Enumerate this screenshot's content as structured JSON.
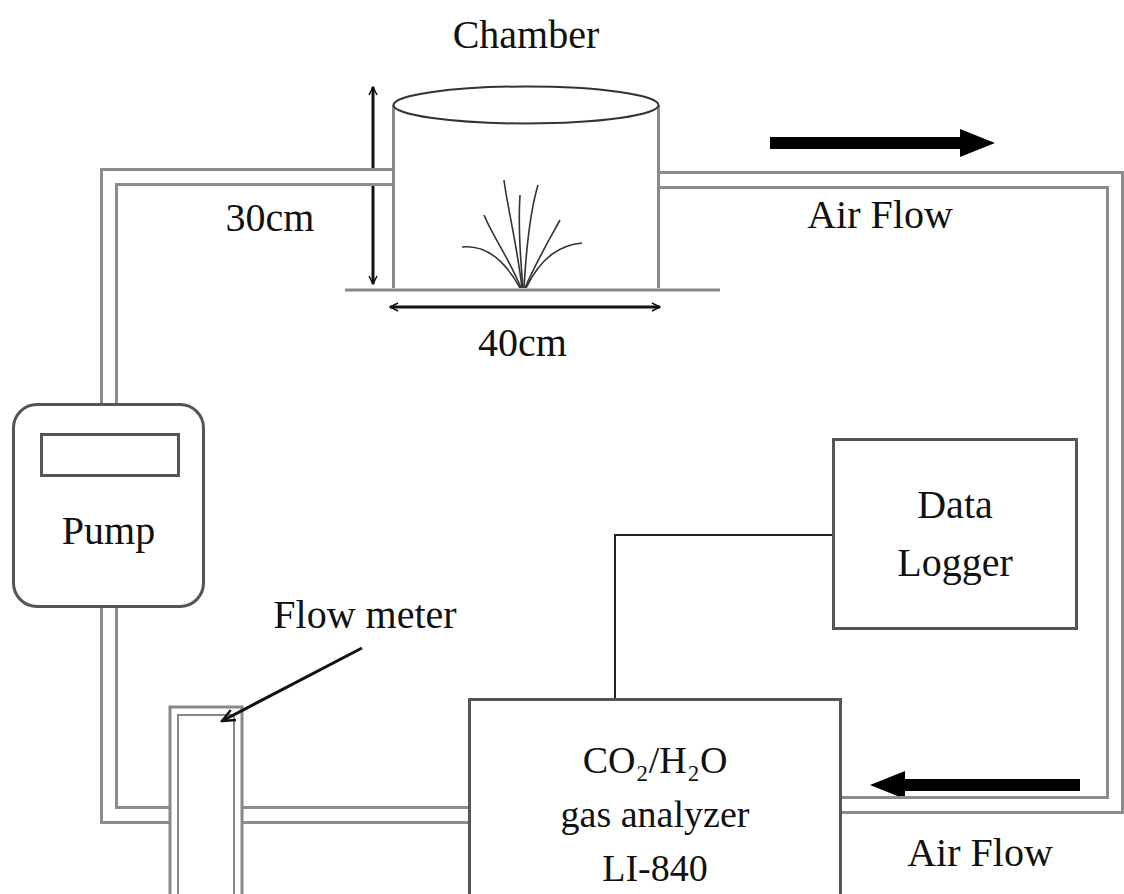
{
  "diagram": {
    "nodes": [
      {
        "text": [
          "Chamber"
        ]
      },
      {
        "text": [
          "Pump"
        ]
      },
      {
        "text": [
          "Data Logger"
        ]
      },
      {
        "text": [
          "CO₂/H₂O gas analyzer LI-840"
        ]
      }
    ],
    "edges": [
      {
        "from": 1,
        "to": 0,
        "arrow": "none"
      },
      {
        "from": 0,
        "to": 3,
        "arrow": "none"
      },
      {
        "from": 3,
        "to": 1,
        "arrow": "none"
      },
      {
        "from": 3,
        "to": 2,
        "arrow": "none"
      }
    ],
    "labels": [
      "30cm",
      "40cm",
      "Air Flow",
      "Air Flow",
      "Flow meter"
    ]
  }
}
